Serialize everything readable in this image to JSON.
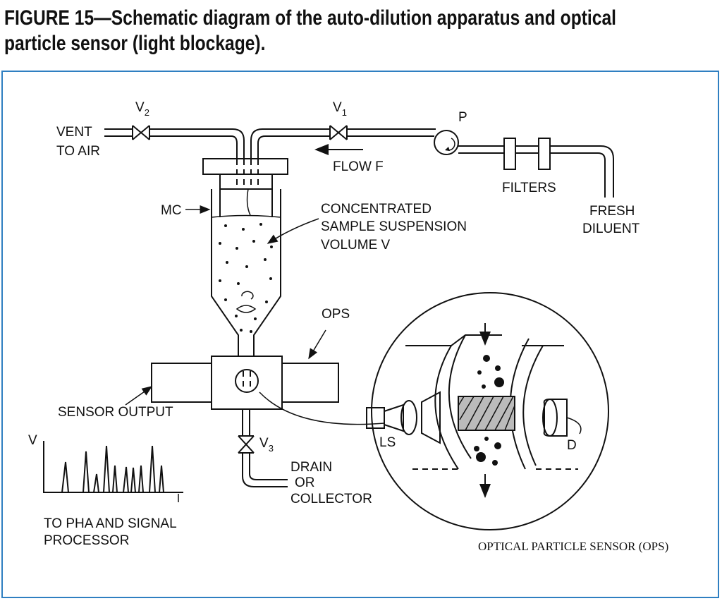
{
  "figure": {
    "caption_line1": "FIGURE 15—Schematic diagram of the auto-dilution apparatus and optical",
    "caption_line2": "particle sensor (light blockage)."
  },
  "labels": {
    "v2": "V",
    "v2_sub": "2",
    "v1": "V",
    "v1_sub": "1",
    "v3": "V",
    "v3_sub": "3",
    "p": "P",
    "vent_line1": "VENT",
    "vent_line2": "TO AIR",
    "flow": "FLOW F",
    "filters": "FILTERS",
    "fresh_line1": "FRESH",
    "fresh_line2": "DILUENT",
    "mc": "MC",
    "conc_line1": "CONCENTRATED",
    "conc_line2": "SAMPLE SUSPENSION",
    "conc_line3": "VOLUME  V",
    "ops": "OPS",
    "sensor_output": "SENSOR OUTPUT",
    "v_axis": "V",
    "drain_line1": "DRAIN",
    "drain_line2": "OR",
    "drain_line3": "COLLECTOR",
    "pha_line1": "TO PHA AND SIGNAL",
    "pha_line2": "PROCESSOR",
    "ls": "LS",
    "d": "D",
    "ops_full": "OPTICAL PARTICLE SENSOR (OPS)"
  },
  "colors": {
    "frame_border": "#2f7fc1",
    "ink": "#111111"
  }
}
